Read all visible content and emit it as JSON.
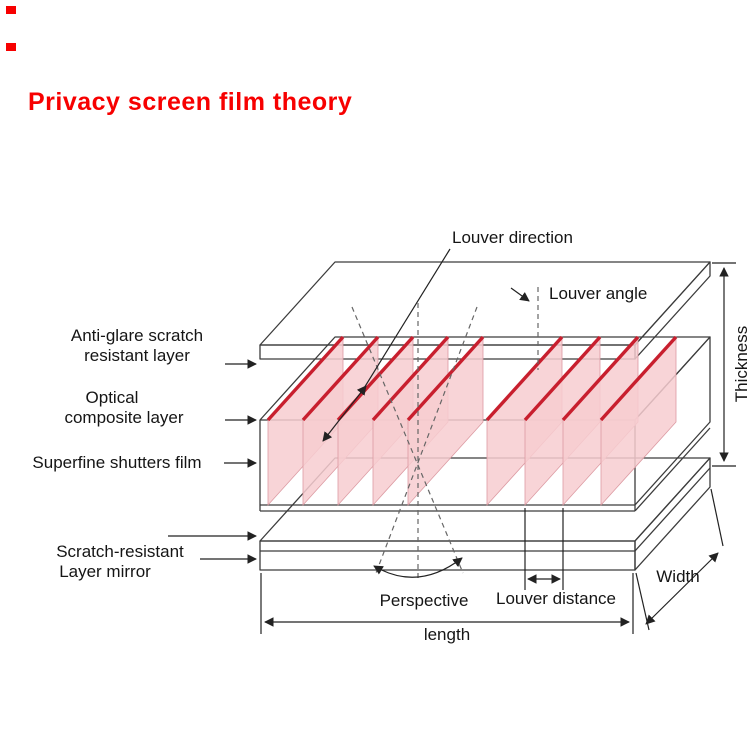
{
  "title": "Privacy screen film theory",
  "left_labels": {
    "anti_glare": [
      "Anti-glare scratch",
      "resistant layer"
    ],
    "optical": [
      "Optical",
      "composite layer"
    ],
    "superfine": "Superfine shutters film",
    "scratch": [
      "Scratch-resistant",
      "Layer mirror"
    ]
  },
  "annotations": {
    "louver_direction": "Louver direction",
    "louver_angle": "Louver angle"
  },
  "dimensions": {
    "thickness": "Thickness",
    "width": "Width",
    "length": "length",
    "louver_distance": "Louver distance",
    "perspective": "Perspective"
  },
  "colors": {
    "title": "#f70000",
    "louver_fill": "#f7ccd0",
    "louver_edge": "#c81f2e",
    "line": "#3c3c3c"
  }
}
